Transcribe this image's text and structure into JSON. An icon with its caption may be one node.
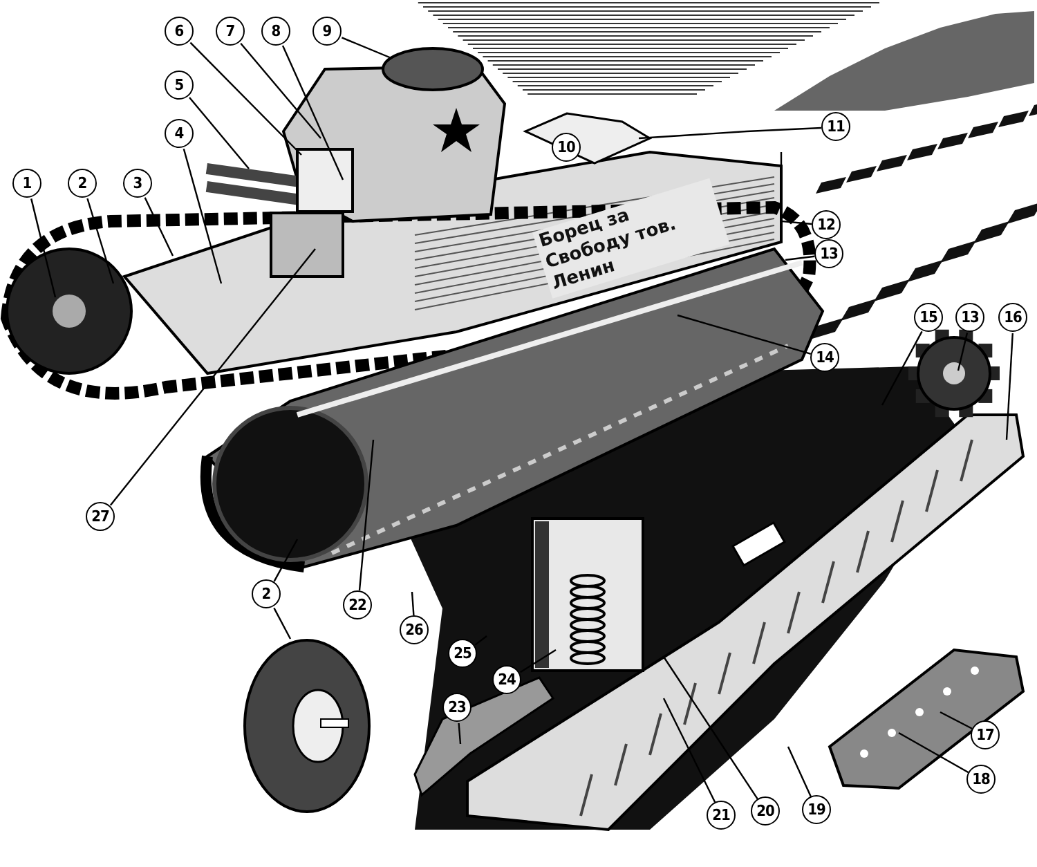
{
  "diagram": {
    "nodes": [
      {
        "text": [
          "1"
        ]
      },
      {
        "text": [
          "2"
        ]
      },
      {
        "text": [
          "3"
        ]
      },
      {
        "text": [
          "4"
        ]
      },
      {
        "text": [
          "5"
        ]
      },
      {
        "text": [
          "6"
        ]
      },
      {
        "text": [
          "7"
        ]
      },
      {
        "text": [
          "8"
        ]
      },
      {
        "text": [
          "9"
        ]
      },
      {
        "text": [
          "11"
        ]
      },
      {
        "text": [
          "12"
        ]
      },
      {
        "text": [
          "13"
        ]
      },
      {
        "text": [
          "14"
        ]
      },
      {
        "text": [
          "15"
        ]
      },
      {
        "text": [
          "13"
        ]
      },
      {
        "text": [
          "16"
        ]
      },
      {
        "text": [
          "17"
        ]
      },
      {
        "text": [
          "18"
        ]
      },
      {
        "text": [
          "19"
        ]
      },
      {
        "text": [
          "20"
        ]
      },
      {
        "text": [
          "21"
        ]
      },
      {
        "text": [
          "22"
        ]
      },
      {
        "text": [
          "23"
        ]
      },
      {
        "text": [
          "24"
        ]
      },
      {
        "text": [
          "25"
        ]
      },
      {
        "text": [
          "26"
        ]
      },
      {
        "text": [
          "27"
        ]
      },
      {
        "text": [
          "2"
        ]
      },
      {
        "text": [
          "10"
        ]
      },
      {
        "text": [],
        "shape": "picture"
      }
    ],
    "edges": [
      {
        "from": 0,
        "to": null,
        "arrow": "none"
      },
      {
        "from": 1,
        "to": null,
        "arrow": "none"
      },
      {
        "from": 2,
        "to": null,
        "arrow": "none"
      },
      {
        "from": 3,
        "to": null,
        "arrow": "none"
      },
      {
        "from": 4,
        "to": null,
        "arrow": "none"
      },
      {
        "from": 5,
        "to": null,
        "arrow": "none"
      },
      {
        "from": 6,
        "to": null,
        "arrow": "none"
      },
      {
        "from": 7,
        "to": null,
        "arrow": "none"
      },
      {
        "from": 8,
        "to": null,
        "arrow": "none"
      },
      {
        "from": 9,
        "to": null,
        "arrow": "none"
      },
      {
        "from": 10,
        "to": null,
        "arrow": "none"
      },
      {
        "from": 11,
        "to": null,
        "arrow": "none"
      },
      {
        "from": 12,
        "to": null,
        "arrow": "none"
      },
      {
        "from": 13,
        "to": null,
        "arrow": "none"
      },
      {
        "from": 14,
        "to": null,
        "arrow": "none"
      },
      {
        "from": 15,
        "to": null,
        "arrow": "none"
      },
      {
        "from": 16,
        "to": null,
        "arrow": "none"
      },
      {
        "from": 17,
        "to": null,
        "arrow": "none"
      },
      {
        "from": 18,
        "to": null,
        "arrow": "none"
      },
      {
        "from": 19,
        "to": null,
        "arrow": "none"
      },
      {
        "from": 20,
        "to": null,
        "arrow": "none"
      },
      {
        "from": 21,
        "to": null,
        "arrow": "none"
      },
      {
        "from": 22,
        "to": null,
        "arrow": "none"
      },
      {
        "from": 23,
        "to": null,
        "arrow": "none"
      },
      {
        "from": 24,
        "to": null,
        "arrow": "none"
      },
      {
        "from": 25,
        "to": null,
        "arrow": "none"
      },
      {
        "from": 26,
        "to": null,
        "arrow": "none"
      },
      {
        "from": 27,
        "to": null,
        "arrow": "none"
      },
      {
        "from": 27,
        "to": 29,
        "arrow": "none"
      }
    ],
    "labels": [
      "Борец за Свободу тов. Ленин"
    ]
  }
}
